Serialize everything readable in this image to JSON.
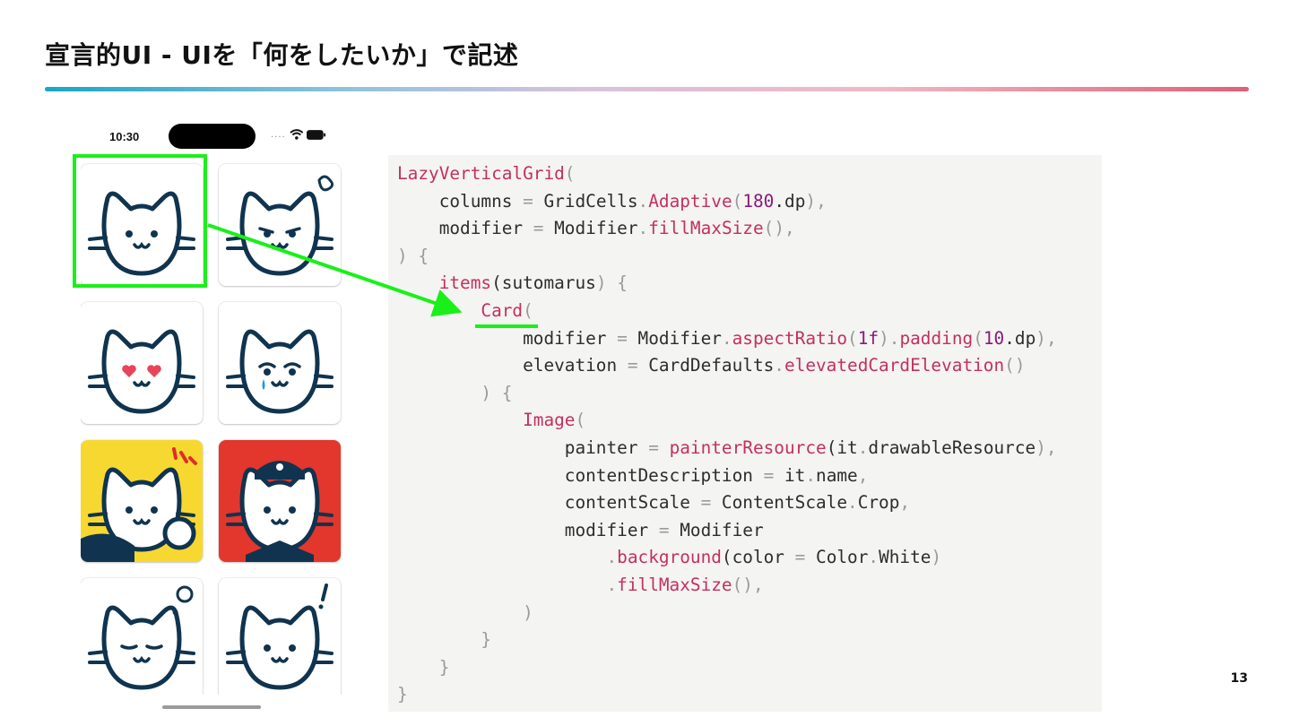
{
  "slide": {
    "title": "宣言的UI - UIを「何をしたいか」で記述",
    "page_number": "13"
  },
  "phone": {
    "status_time": "10:30",
    "status_dots": "....",
    "cards": [
      {
        "name": "cat-neutral",
        "bg": "#ffffff"
      },
      {
        "name": "cat-annoyed-steam",
        "bg": "#ffffff"
      },
      {
        "name": "cat-heart-eyes",
        "bg": "#ffffff"
      },
      {
        "name": "cat-crying",
        "bg": "#ffffff"
      },
      {
        "name": "cat-salute-yellow",
        "bg": "#f7d830"
      },
      {
        "name": "cat-police-red",
        "bg": "#e3362c"
      },
      {
        "name": "cat-sweat",
        "bg": "#ffffff"
      },
      {
        "name": "cat-exclamation",
        "bg": "#ffffff"
      }
    ]
  },
  "colors": {
    "highlight": "#19f019",
    "code_function": "#c3305e",
    "code_number": "#8a1a78",
    "cat_line": "#10344f"
  },
  "code": {
    "lines": [
      [
        {
          "t": "LazyVerticalGrid",
          "c": "fn"
        },
        {
          "t": "(",
          "c": "pn"
        }
      ],
      [
        {
          "t": "    columns "
        },
        {
          "t": "=",
          "c": "pn"
        },
        {
          "t": " GridCells"
        },
        {
          "t": ".",
          "c": "pn"
        },
        {
          "t": "Adaptive",
          "c": "fn"
        },
        {
          "t": "(",
          "c": "pn"
        },
        {
          "t": "180",
          "c": "num"
        },
        {
          "t": "."
        },
        {
          "t": "dp"
        },
        {
          "t": "),",
          "c": "pn"
        }
      ],
      [
        {
          "t": "    modifier "
        },
        {
          "t": "=",
          "c": "pn"
        },
        {
          "t": " Modifier"
        },
        {
          "t": ".",
          "c": "pn"
        },
        {
          "t": "fillMaxSize",
          "c": "fn"
        },
        {
          "t": "(),",
          "c": "pn"
        }
      ],
      [
        {
          "t": ") {",
          "c": "pn"
        }
      ],
      [
        {
          "t": "    "
        },
        {
          "t": "items",
          "c": "fn"
        },
        {
          "t": "("
        },
        {
          "t": "sutomarus"
        },
        {
          "t": ") {",
          "c": "pn"
        }
      ],
      [
        {
          "t": "        "
        },
        {
          "t": "Card",
          "c": "fn"
        },
        {
          "t": "(",
          "c": "pn"
        }
      ],
      [
        {
          "t": "            modifier "
        },
        {
          "t": "=",
          "c": "pn"
        },
        {
          "t": " Modifier"
        },
        {
          "t": ".",
          "c": "pn"
        },
        {
          "t": "aspectRatio",
          "c": "fn"
        },
        {
          "t": "(",
          "c": "pn"
        },
        {
          "t": "1f",
          "c": "num"
        },
        {
          "t": ").",
          "c": "pn"
        },
        {
          "t": "padding",
          "c": "fn"
        },
        {
          "t": "(",
          "c": "pn"
        },
        {
          "t": "10",
          "c": "num"
        },
        {
          "t": "."
        },
        {
          "t": "dp"
        },
        {
          "t": "),",
          "c": "pn"
        }
      ],
      [
        {
          "t": "            elevation "
        },
        {
          "t": "=",
          "c": "pn"
        },
        {
          "t": " CardDefaults"
        },
        {
          "t": ".",
          "c": "pn"
        },
        {
          "t": "elevatedCardElevation",
          "c": "fn"
        },
        {
          "t": "()",
          "c": "pn"
        }
      ],
      [
        {
          "t": "        ) {",
          "c": "pn"
        }
      ],
      [
        {
          "t": "            "
        },
        {
          "t": "Image",
          "c": "fn"
        },
        {
          "t": "(",
          "c": "pn"
        }
      ],
      [
        {
          "t": "                painter "
        },
        {
          "t": "=",
          "c": "pn"
        },
        {
          "t": " "
        },
        {
          "t": "painterResource",
          "c": "fn"
        },
        {
          "t": "("
        },
        {
          "t": "it"
        },
        {
          "t": ".",
          "c": "pn"
        },
        {
          "t": "drawableResource"
        },
        {
          "t": "),",
          "c": "pn"
        }
      ],
      [
        {
          "t": "                contentDescription "
        },
        {
          "t": "=",
          "c": "pn"
        },
        {
          "t": " it"
        },
        {
          "t": ".",
          "c": "pn"
        },
        {
          "t": "name"
        },
        {
          "t": ",",
          "c": "pn"
        }
      ],
      [
        {
          "t": "                contentScale "
        },
        {
          "t": "=",
          "c": "pn"
        },
        {
          "t": " ContentScale"
        },
        {
          "t": ".",
          "c": "pn"
        },
        {
          "t": "Crop"
        },
        {
          "t": ",",
          "c": "pn"
        }
      ],
      [
        {
          "t": "                modifier "
        },
        {
          "t": "=",
          "c": "pn"
        },
        {
          "t": " Modifier"
        }
      ],
      [
        {
          "t": "                    "
        },
        {
          "t": ".",
          "c": "pn"
        },
        {
          "t": "background",
          "c": "fn"
        },
        {
          "t": "("
        },
        {
          "t": "color "
        },
        {
          "t": "=",
          "c": "pn"
        },
        {
          "t": " Color"
        },
        {
          "t": ".",
          "c": "pn"
        },
        {
          "t": "White"
        },
        {
          "t": ")",
          "c": "pn"
        }
      ],
      [
        {
          "t": "                    "
        },
        {
          "t": ".",
          "c": "pn"
        },
        {
          "t": "fillMaxSize",
          "c": "fn"
        },
        {
          "t": "(),",
          "c": "pn"
        }
      ],
      [
        {
          "t": "            )",
          "c": "pn"
        }
      ],
      [
        {
          "t": "        }",
          "c": "pn"
        }
      ],
      [
        {
          "t": "    }",
          "c": "pn"
        }
      ],
      [
        {
          "t": "}",
          "c": "pn"
        }
      ]
    ]
  }
}
